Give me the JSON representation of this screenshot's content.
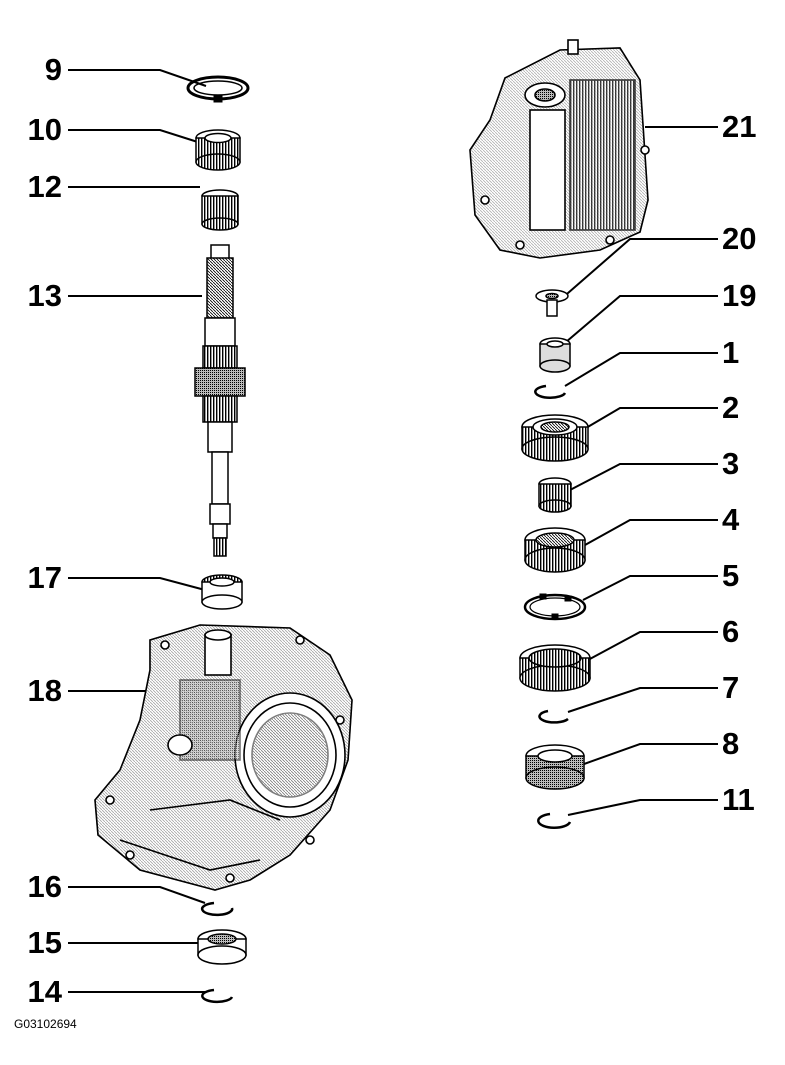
{
  "figure_id": "G03102694",
  "callouts_left": [
    {
      "num": "9",
      "part": "snap-ring-large"
    },
    {
      "num": "10",
      "part": "gear-small"
    },
    {
      "num": "12",
      "part": "needle-bearing"
    },
    {
      "num": "13",
      "part": "mainshaft"
    },
    {
      "num": "17",
      "part": "roller-bearing"
    },
    {
      "num": "18",
      "part": "transmission-case"
    },
    {
      "num": "16",
      "part": "snap-ring"
    },
    {
      "num": "15",
      "part": "ball-bearing"
    },
    {
      "num": "14",
      "part": "snap-ring"
    }
  ],
  "callouts_right": [
    {
      "num": "21",
      "part": "housing-cover"
    },
    {
      "num": "20",
      "part": "bolt"
    },
    {
      "num": "19",
      "part": "bushing"
    },
    {
      "num": "1",
      "part": "circlip"
    },
    {
      "num": "2",
      "part": "gear-large"
    },
    {
      "num": "3",
      "part": "needle-bearing"
    },
    {
      "num": "4",
      "part": "synchro-gear"
    },
    {
      "num": "5",
      "part": "synchro-ring"
    },
    {
      "num": "6",
      "part": "synchro-sleeve"
    },
    {
      "num": "7",
      "part": "circlip"
    },
    {
      "num": "8",
      "part": "roller-bearing"
    },
    {
      "num": "11",
      "part": "circlip"
    }
  ]
}
